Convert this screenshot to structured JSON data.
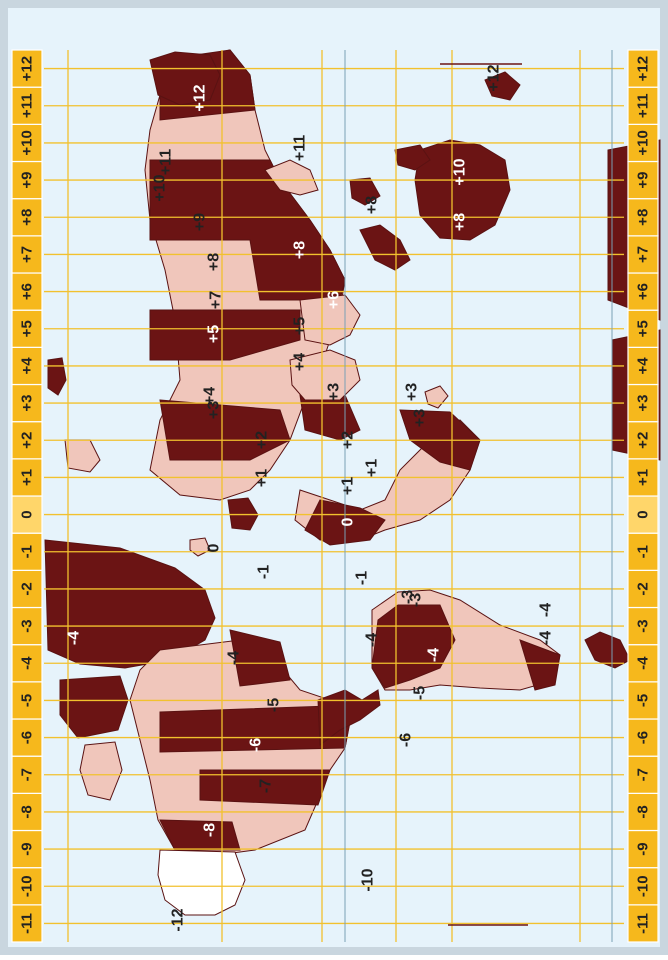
{
  "colors": {
    "ocean": "#e6f3fb",
    "frame": "#c9d6df",
    "land_dark": "#6b1414",
    "land_light": "#f0c6bb",
    "outline": "#5a1212",
    "grid": "#f2c12e",
    "meridian": "#7aa0b4",
    "zone_cell": "#f6b81c",
    "zone_cell_alt": "#ffd66a",
    "label": "#222222",
    "label_on_dark": "#ffffff"
  },
  "zone_strip": [
    "-11",
    "-10",
    "-9",
    "-8",
    "-7",
    "-6",
    "-5",
    "-4",
    "-3",
    "-2",
    "-1",
    "0",
    "+1",
    "+2",
    "+3",
    "+4",
    "+5",
    "+6",
    "+7",
    "+8",
    "+9",
    "+10",
    "+11",
    "+12"
  ],
  "map_labels": [
    {
      "text": "+12",
      "on_dark": true
    },
    {
      "text": "+11",
      "on_dark": false
    },
    {
      "text": "+11",
      "on_dark": false
    },
    {
      "text": "+10",
      "on_dark": false
    },
    {
      "text": "+12",
      "on_dark": false
    },
    {
      "text": "+10",
      "on_dark": true
    },
    {
      "text": "+9",
      "on_dark": false
    },
    {
      "text": "+8",
      "on_dark": false
    },
    {
      "text": "+8",
      "on_dark": true
    },
    {
      "text": "+8",
      "on_dark": true
    },
    {
      "text": "+8",
      "on_dark": false
    },
    {
      "text": "+7",
      "on_dark": false
    },
    {
      "text": "+6",
      "on_dark": true
    },
    {
      "text": "+5",
      "on_dark": false
    },
    {
      "text": "+5",
      "on_dark": true
    },
    {
      "text": "+4",
      "on_dark": false
    },
    {
      "text": "+4",
      "on_dark": false
    },
    {
      "text": "+3",
      "on_dark": false
    },
    {
      "text": "+3",
      "on_dark": false
    },
    {
      "text": "+3",
      "on_dark": false
    },
    {
      "text": "+3",
      "on_dark": false
    },
    {
      "text": "+2",
      "on_dark": false
    },
    {
      "text": "+2",
      "on_dark": false
    },
    {
      "text": "+1",
      "on_dark": false
    },
    {
      "text": "+1",
      "on_dark": false
    },
    {
      "text": "+1",
      "on_dark": false
    },
    {
      "text": "0",
      "on_dark": true
    },
    {
      "text": "0",
      "on_dark": false
    },
    {
      "text": "-1",
      "on_dark": false
    },
    {
      "text": "-1",
      "on_dark": false
    },
    {
      "text": "-3",
      "on_dark": false
    },
    {
      "text": "-4",
      "on_dark": true
    },
    {
      "text": "-4",
      "on_dark": false
    },
    {
      "text": "-4",
      "on_dark": false
    },
    {
      "text": "-4",
      "on_dark": true
    },
    {
      "text": "-4",
      "on_dark": false
    },
    {
      "text": "-3",
      "on_dark": false
    },
    {
      "text": "-4",
      "on_dark": false
    },
    {
      "text": "-5",
      "on_dark": false
    },
    {
      "text": "-5",
      "on_dark": false
    },
    {
      "text": "-6",
      "on_dark": true
    },
    {
      "text": "-6",
      "on_dark": false
    },
    {
      "text": "-7",
      "on_dark": false
    },
    {
      "text": "-8",
      "on_dark": true
    },
    {
      "text": "-10",
      "on_dark": false
    },
    {
      "text": "-12",
      "on_dark": false
    }
  ]
}
